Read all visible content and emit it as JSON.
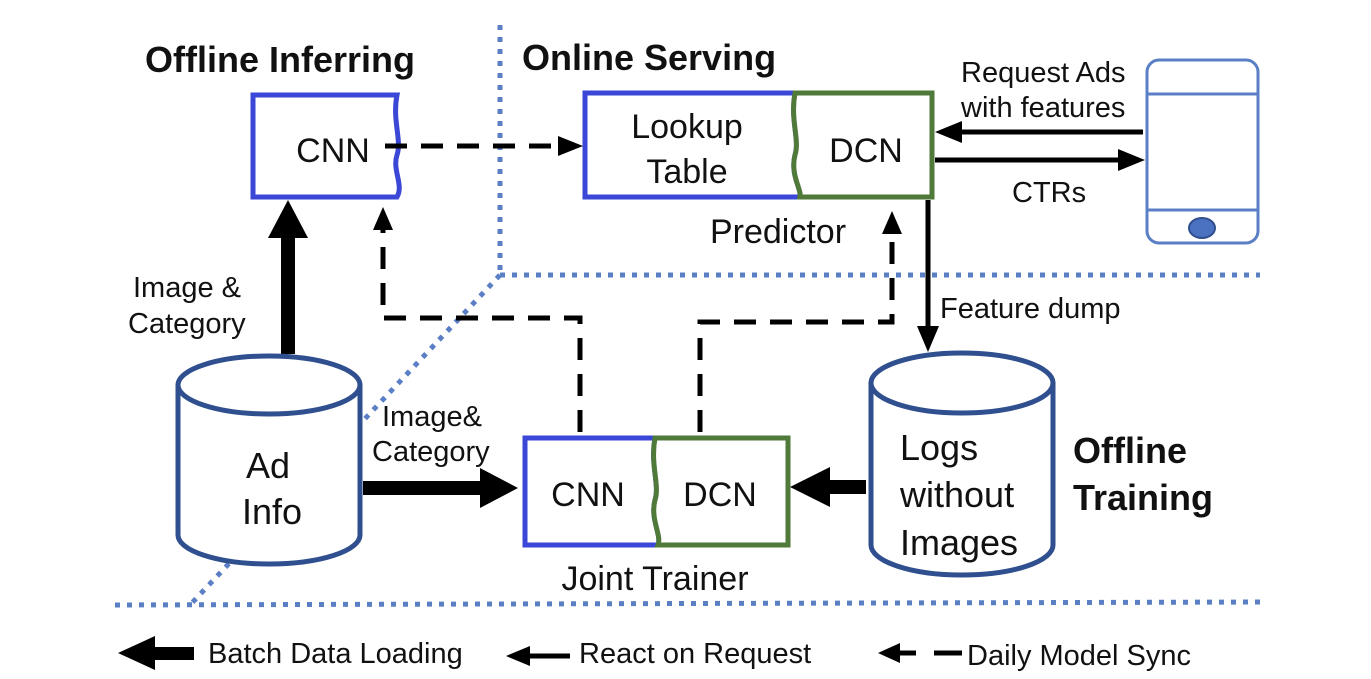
{
  "sections": {
    "offline_inferring": "Offline Inferring",
    "online_serving": "Online Serving",
    "offline_training_line1": "Offline",
    "offline_training_line2": "Training"
  },
  "blocks": {
    "inferring_cnn": "CNN",
    "lookup_line1": "Lookup",
    "lookup_line2": "Table",
    "predictor_dcn": "DCN",
    "predictor_label": "Predictor",
    "trainer_cnn": "CNN",
    "trainer_dcn": "DCN",
    "trainer_label": "Joint Trainer"
  },
  "stores": {
    "ad_info_line1": "Ad",
    "ad_info_line2": "Info",
    "logs_line1": "Logs",
    "logs_line2": "without",
    "logs_line3": "Images"
  },
  "edge_labels": {
    "image_category_up_line1": "Image &",
    "image_category_up_line2": "Category",
    "image_category_right_line1": "Image&",
    "image_category_right_line2": "Category",
    "request_line1": "Request Ads",
    "request_line2": "with features",
    "ctrs": "CTRs",
    "feature_dump": "Feature dump"
  },
  "legend": {
    "batch": "Batch Data Loading",
    "react": "React on Request",
    "sync": "Daily Model Sync"
  },
  "colors": {
    "cnn_border": "#3b47d6",
    "dcn_border": "#4f7a3a",
    "store_border": "#2f4f8f",
    "divider": "#5b7fc4",
    "phone_border": "#5b7fc4",
    "phone_button": "#4a72c0"
  }
}
